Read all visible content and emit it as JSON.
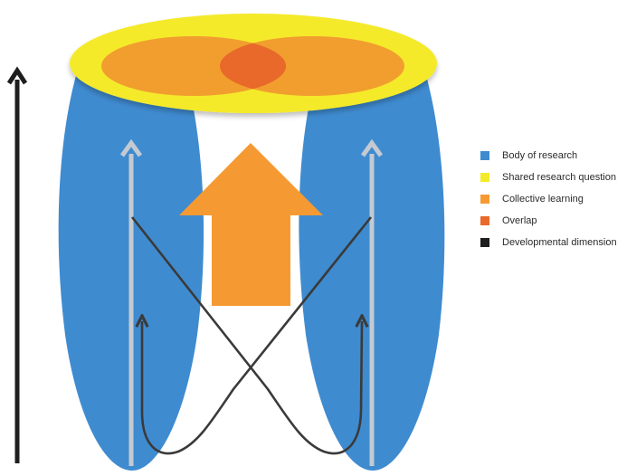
{
  "colors": {
    "body_of_research": "#3f8bd0",
    "shared_question": "#f4ea2a",
    "collective_learning": "#f59a33",
    "overlap": "#e8692a",
    "developmental": "#1e1e1e",
    "light_arrow": "#c4cad2",
    "curve": "#3a3a3a"
  },
  "legend": {
    "items": [
      {
        "label": "Body of research",
        "color": "#3f8bd0",
        "icon": "blue-square-icon"
      },
      {
        "label": "Shared research question",
        "color": "#f4ea2a",
        "icon": "yellow-square-icon"
      },
      {
        "label": "Collective learning",
        "color": "#f59a33",
        "icon": "orange-square-icon"
      },
      {
        "label": "Overlap",
        "color": "#e8692a",
        "icon": "dark-orange-square-icon"
      },
      {
        "label": "Developmental dimension",
        "color": "#1e1e1e",
        "icon": "black-square-icon"
      }
    ]
  }
}
